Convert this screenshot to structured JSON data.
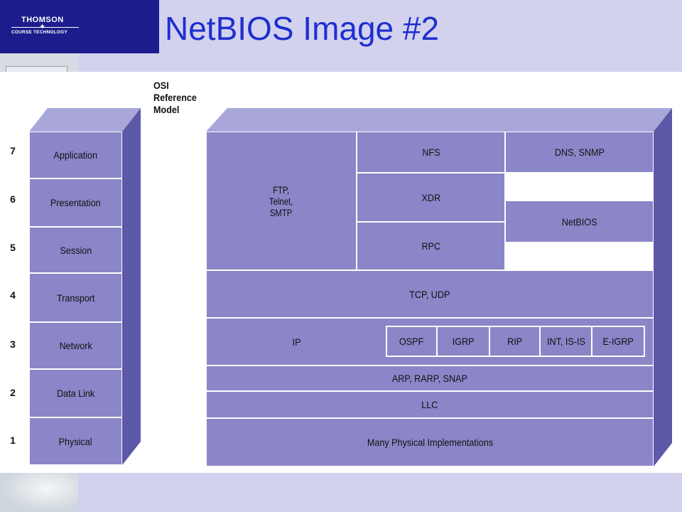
{
  "logo": {
    "line1": "THOMSON",
    "line2": "COURSE TECHNOLOGY"
  },
  "slide": {
    "title": "NetBIOS Image #2"
  },
  "diagram": {
    "osi_label": [
      "OSI",
      "Reference",
      "Model"
    ],
    "osi_layers": [
      {
        "num": "7",
        "name": "Application"
      },
      {
        "num": "6",
        "name": "Presentation"
      },
      {
        "num": "5",
        "name": "Session"
      },
      {
        "num": "4",
        "name": "Transport"
      },
      {
        "num": "3",
        "name": "Network"
      },
      {
        "num": "2",
        "name": "Data Link"
      },
      {
        "num": "1",
        "name": "Physical"
      }
    ],
    "protocols": {
      "ftp": [
        "FTP,",
        "Telnet,",
        "SMTP"
      ],
      "nfs": "NFS",
      "dns": "DNS, SNMP",
      "xdr": "XDR",
      "netbios": "NetBIOS",
      "rpc": "RPC",
      "tcp_udp": "TCP, UDP",
      "ip": "IP",
      "routing": [
        "OSPF",
        "IGRP",
        "RIP",
        "INT, IS-IS",
        "E-IGRP"
      ],
      "arp": "ARP, RARP, SNAP",
      "llc": "LLC",
      "physical": "Many Physical Implementations"
    }
  },
  "colors": {
    "title": "#1f2ed0",
    "box_fill": "#8a86c8",
    "box_side": "#5c59a8",
    "box_top": "#a9a6da",
    "logo_bg": "#1c1c8c"
  }
}
